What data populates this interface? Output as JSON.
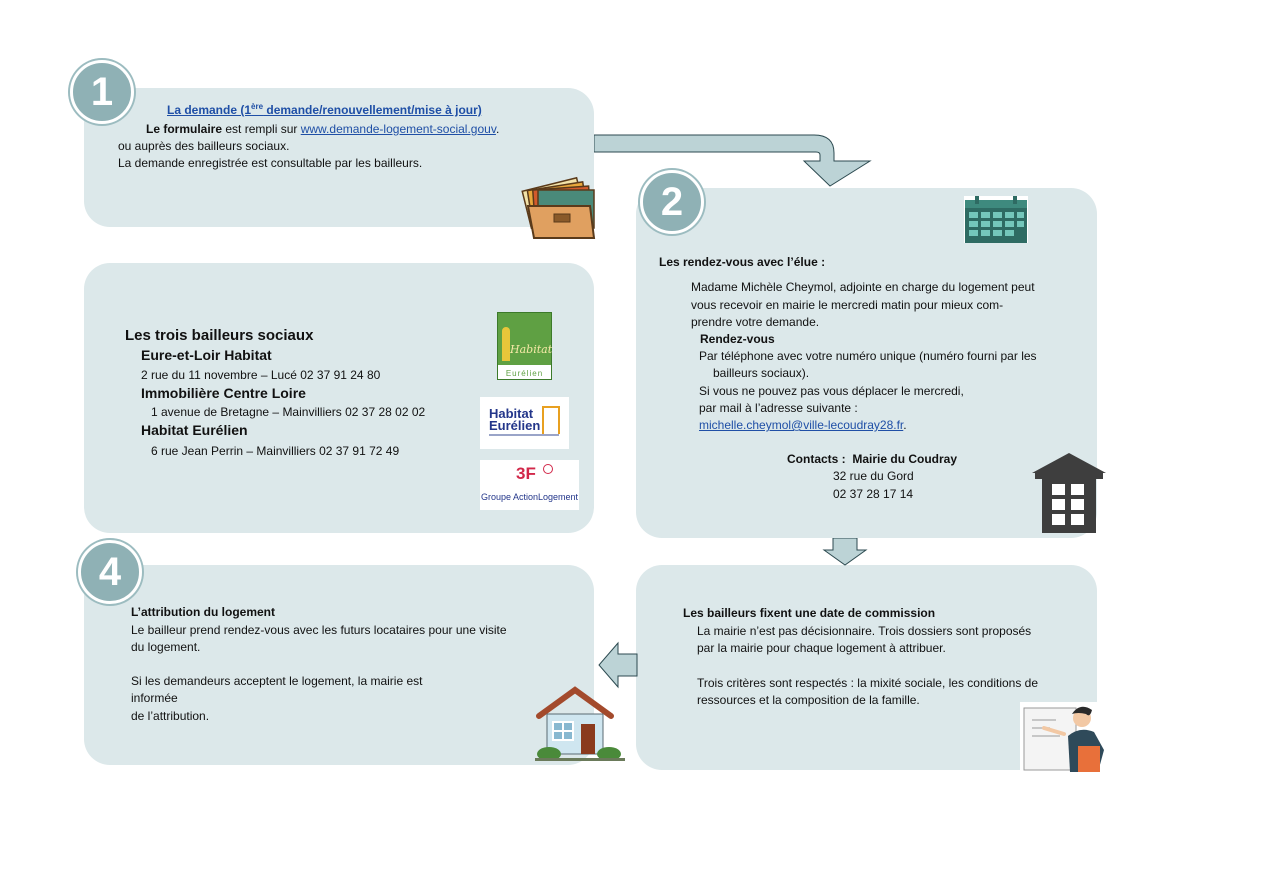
{
  "step1": {
    "number": "1",
    "title_a": "La demande (1",
    "title_sup": "ère",
    "title_b": " demande/renouvellement/mise à jour)",
    "form_bold": "Le formulaire",
    "form_text": " est rempli sur ",
    "form_link": "www.demande-logement-social.gouv",
    "form_end": ".",
    "line2": "ou auprès des bailleurs sociaux.",
    "line3": "La demande enregistrée est consultable par les bailleurs."
  },
  "step2": {
    "number": "2",
    "title": "Les rendez-vous avec l’élue :",
    "p1": "Madame Michèle Cheymol, adjointe en charge du logement peut",
    "p2": "vous recevoir en mairie le mercredi matin pour mieux com-",
    "p3": "prendre votre demande.",
    "rdv_title": "Rendez-vous",
    "rdv1": "Par téléphone avec votre numéro unique (numéro fourni par les",
    "rdv2": "bailleurs sociaux).",
    "rdv3": "Si vous ne pouvez pas vous déplacer le mercredi,",
    "rdv4": "par mail à l’adresse suivante :",
    "email": "michelle.cheymol@ville-lecoudray28.fr",
    "email_end": ".",
    "contacts_label": "Contacts :",
    "contacts_name": "Mairie du Coudray",
    "address": "32 rue du Gord",
    "phone": "02 37 28 17 14"
  },
  "bailleurs": {
    "title": "Les trois bailleurs sociaux",
    "items": [
      {
        "name": "Eure-et-Loir Habitat",
        "address": "2 rue du 11 novembre – Lucé 02 37 91 24 80"
      },
      {
        "name": "Immobilière Centre Loire",
        "address": "1 avenue de Bretagne – Mainvilliers 02 37 28 02 02"
      },
      {
        "name": "Habitat Eurélien",
        "address": "6 rue Jean Perrin – Mainvilliers 02 37 91 72 49"
      }
    ],
    "logos": {
      "logo1_word": "Habitat",
      "logo1_sub": "Eurélien",
      "logo2_line1": "Habitat",
      "logo2_line2": "Eurélien",
      "logo3_main": "3F",
      "logo3_sub": "Groupe ActionLogement"
    }
  },
  "step3": {
    "title": "Les bailleurs fixent une date de commission",
    "l1": "La mairie n’est pas décisionnaire. Trois dossiers sont proposés",
    "l2": "par la mairie pour chaque logement à attribuer.",
    "l3": "Trois critères sont respectés : la mixité sociale, les conditions de",
    "l4": "ressources et la composition de la famille."
  },
  "step4": {
    "number": "4",
    "title": "L’attribution du logement",
    "l1": "Le bailleur prend rendez-vous avec les futurs locataires pour une visite",
    "l2": "du logement.",
    "l3": "Si les demandeurs acceptent le logement, la mairie est",
    "l4": "informée",
    "l5": "de l’attribution."
  },
  "colors": {
    "card": "#dce8ea",
    "badge": "#8fb1b5",
    "link": "#1f4fa6",
    "arrow": "#bcd3d6"
  },
  "icons": [
    "folders-icon",
    "calendar-icon",
    "building-icon",
    "house-icon",
    "person-whiteboard-icon"
  ]
}
